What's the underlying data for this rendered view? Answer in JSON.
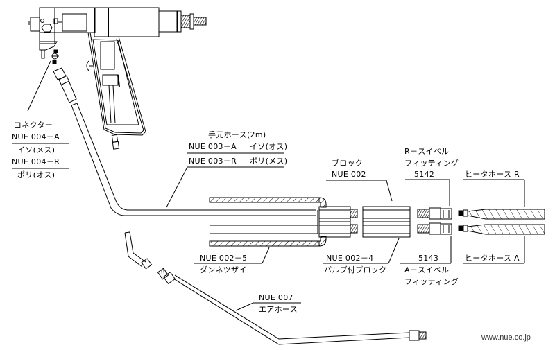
{
  "diagram": {
    "title": "NUE hot-melt gun hose assembly",
    "colors": {
      "line": "#000000",
      "background": "#ffffff",
      "url_text": "#333333"
    },
    "parts": {
      "connector": {
        "name": "コネクター",
        "code_a": "NUE 004－A",
        "desc_a": "イソ(メス)",
        "code_r": "NUE 004－R",
        "desc_r": "ポリ(オス)"
      },
      "hand_hose": {
        "name": "手元ホース(2m)",
        "code_a": "NUE 003－A",
        "desc_a": "イソ(オス)",
        "code_r": "NUE 003－R",
        "desc_r": "ポリ(メス)"
      },
      "block": {
        "name": "ブロック",
        "code": "NUE 002"
      },
      "r_swivel": {
        "name_line1": "R－スイベル",
        "name_line2": "フィッティング",
        "code": "5142"
      },
      "heater_hose_r": {
        "name": "ヒータホース R"
      },
      "insulation": {
        "code": "NUE 002－5",
        "name": "ダンネツザイ"
      },
      "valve_block": {
        "code": "NUE 002－4",
        "name": "バルブ付ブロック"
      },
      "a_swivel": {
        "code": "5143",
        "name_line1": "A－スイベル",
        "name_line2": "フィッティング"
      },
      "heater_hose_a": {
        "name": "ヒータホース A"
      },
      "air_hose": {
        "code": "NUE 007",
        "name": "エアホース"
      }
    },
    "footer": {
      "url": "www.nue.co.jp"
    }
  }
}
